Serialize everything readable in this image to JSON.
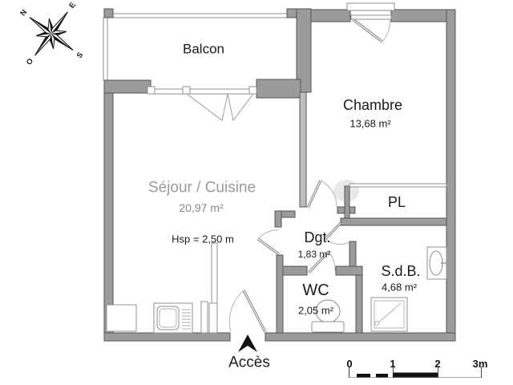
{
  "plan": {
    "compass": {
      "n": "N",
      "e": "E",
      "s": "S",
      "o": "O"
    },
    "rooms": [
      {
        "id": "balcon",
        "label": "Balcon"
      },
      {
        "id": "chambre",
        "label": "Chambre",
        "area": "13,68 m²"
      },
      {
        "id": "sejour_cuisine",
        "label": "Séjour / Cuisine",
        "area": "20,97 m²",
        "ceiling_height": "Hsp = 2,50 m"
      },
      {
        "id": "degagement",
        "label": "Dgt.",
        "area": "1,83 m²"
      },
      {
        "id": "wc",
        "label": "WC",
        "area": "2,05 m²"
      },
      {
        "id": "salle_de_bain",
        "label": "S.d.B.",
        "area": "4,68 m²"
      },
      {
        "id": "placard",
        "label": "PL"
      }
    ],
    "entrance_label": "Accès",
    "scale_bar": {
      "labels": [
        "0",
        "1",
        "2",
        "3m"
      ]
    },
    "colors": {
      "wall": "#9b9b9b",
      "wall_outline": "#565656",
      "partition": "#bdbdbd",
      "door_arc": "#b3b3b3",
      "text": "#1a1a1a",
      "muted_label": "#9a9a9a"
    }
  }
}
